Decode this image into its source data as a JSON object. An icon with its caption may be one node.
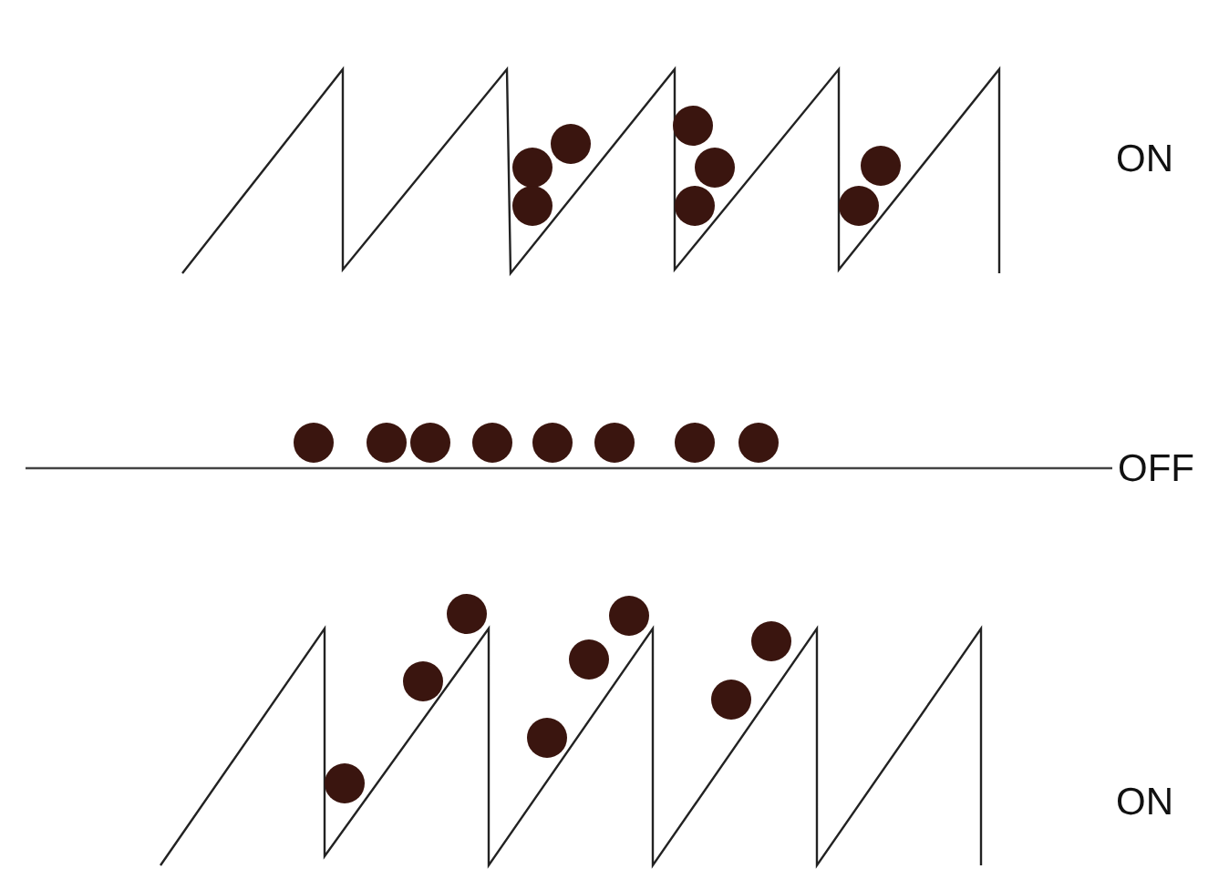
{
  "diagram": {
    "labels": [
      "ON",
      "OFF",
      "ON"
    ]
  }
}
